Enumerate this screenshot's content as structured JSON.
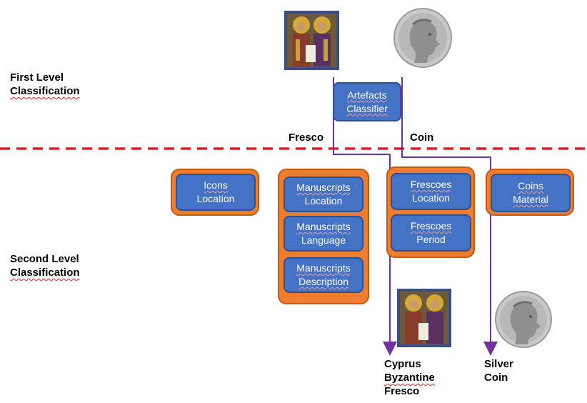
{
  "levels": {
    "first": [
      "First Level",
      "Classification"
    ],
    "second": [
      "Second Level",
      "Classification"
    ]
  },
  "root": {
    "line1": "Artefacts",
    "line2": "Classifier"
  },
  "branches": {
    "left": "Fresco",
    "right": "Coin"
  },
  "groups": {
    "icons": [
      {
        "line1": "Icons",
        "line2": "Location"
      }
    ],
    "manuscripts": [
      {
        "line1": "Manuscripts",
        "line2": "Location"
      },
      {
        "line1": "Manuscripts",
        "line2": "Language"
      },
      {
        "line1": "Manuscripts",
        "line2": "Description"
      }
    ],
    "frescoes": [
      {
        "line1": "Frescoes",
        "line2": "Location"
      },
      {
        "line1": "Frescoes",
        "line2": "Period"
      }
    ],
    "coins": [
      {
        "line1": "Coins",
        "line2": "Material"
      }
    ]
  },
  "results": {
    "fresco": [
      "Cyprus",
      "Byzantine",
      "Fresco"
    ],
    "coin": [
      "Silver",
      "Coin"
    ]
  },
  "icons": [
    "fresco-image-icon",
    "coin-image-icon"
  ],
  "colors": {
    "node_fill": "#4472c4",
    "group_fill": "#ed7d31",
    "separator": "#e02020",
    "arrow": "#7030a0"
  }
}
